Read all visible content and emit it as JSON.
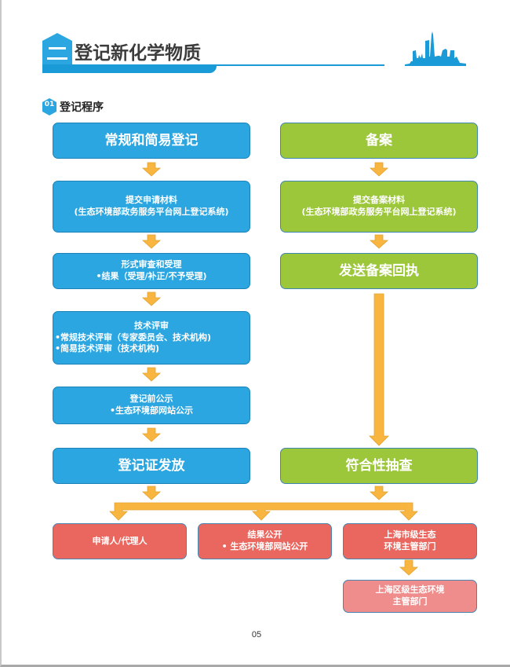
{
  "header": {
    "chapter_number": "二",
    "chapter_title": "登记新化学物质",
    "brand_color": "#1a9ad6"
  },
  "section": {
    "number": "01",
    "title": "登记程序"
  },
  "flow_left": {
    "color": "#2ca6e0",
    "steps": [
      {
        "lines": [
          "常规和简易登记"
        ]
      },
      {
        "lines": [
          "提交申请材料",
          "(生态环境部政务服务平台网上登记系统)"
        ]
      },
      {
        "lines": [
          "形式审查和受理",
          "•结果（受理/补正/不予受理)"
        ]
      },
      {
        "lines": [
          "技术评审",
          "•常规技术评审（专家委员会、技术机构)",
          "•简易技术评审（技术机构)"
        ]
      },
      {
        "lines": [
          "登记前公示",
          "•生态环境部网站公示"
        ]
      },
      {
        "lines": [
          "登记证发放"
        ]
      }
    ]
  },
  "flow_right": {
    "color": "#9dc73a",
    "steps": [
      {
        "lines": [
          "备案"
        ]
      },
      {
        "lines": [
          "提交备案材料",
          "(生态环境部政务服务平台网上登记系统)"
        ]
      },
      {
        "lines": [
          "发送备案回执"
        ]
      },
      {
        "lines": [
          "符合性抽查"
        ]
      }
    ]
  },
  "outcomes": {
    "color": "#ea675f",
    "items": [
      {
        "lines": [
          "申请人/代理人"
        ]
      },
      {
        "lines": [
          "结果公开",
          "• 生态环境部网站公开"
        ]
      },
      {
        "lines": [
          "上海市级生态",
          "环境主管部门"
        ]
      }
    ],
    "sub_item": {
      "lines": [
        "上海区级生态环境",
        "主管部门"
      ],
      "color": "#ee8d8c"
    }
  },
  "arrow_color": "#f8b640",
  "page_number": "05"
}
